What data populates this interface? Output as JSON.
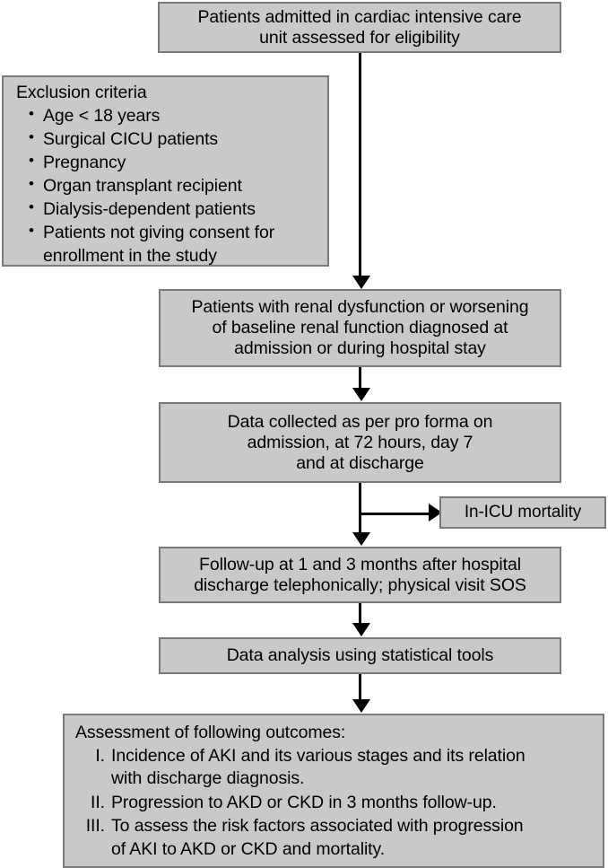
{
  "figure": {
    "kind": "study-flowchart",
    "colors": {
      "node_fill": "#c9c9c9",
      "node_border": "#7a7a7a",
      "connector": "#000000",
      "background": "#ffffff"
    }
  },
  "nodes": {
    "eligibility": {
      "lines": [
        "Patients admitted in cardiac intensive care",
        "unit assessed for eligibility"
      ]
    },
    "exclusion": {
      "title": "Exclusion criteria",
      "bullet_glyph": "•",
      "items": [
        {
          "line1": "Age < 18 years",
          "line2": ""
        },
        {
          "line1": "Surgical CICU patients",
          "line2": ""
        },
        {
          "line1": "Pregnancy",
          "line2": ""
        },
        {
          "line1": "Organ transplant recipient",
          "line2": ""
        },
        {
          "line1": "Dialysis-dependent patients",
          "line2": ""
        },
        {
          "line1": "Patients not giving consent for",
          "line2": "enrollment in the study"
        }
      ]
    },
    "renal": {
      "lines": [
        "Patients with renal dysfunction or worsening",
        "of baseline renal function diagnosed at",
        "admission or during hospital stay"
      ]
    },
    "data_collected": {
      "lines": [
        "Data collected as per pro forma on",
        "admission, at 72 hours, day 7",
        "and at discharge"
      ]
    },
    "icu_mortality": {
      "label": "In-ICU mortality"
    },
    "followup": {
      "lines": [
        "Follow-up at 1 and 3 months after hospital",
        "discharge telephonically; physical visit SOS"
      ]
    },
    "analysis": {
      "label": "Data analysis using statistical tools"
    },
    "outcomes": {
      "title": "Assessment of following outcomes:",
      "items": [
        {
          "numeral": "I.",
          "line1": "Incidence of AKI and its various stages and its relation",
          "line2": "with discharge diagnosis."
        },
        {
          "numeral": "II.",
          "line1": "Progression to AKD or CKD in 3 months follow-up.",
          "line2": ""
        },
        {
          "numeral": "III.",
          "line1": "To assess the risk factors associated with progression",
          "line2": "of AKI to AKD or CKD and mortality."
        }
      ]
    }
  },
  "connectors": [
    {
      "name": "eligibility-to-renal",
      "direction": "down"
    },
    {
      "name": "renal-to-data-collected",
      "direction": "down"
    },
    {
      "name": "data-collected-to-followup",
      "direction": "down"
    },
    {
      "name": "data-collected-to-icu-mortality",
      "direction": "right"
    },
    {
      "name": "followup-to-analysis",
      "direction": "down"
    },
    {
      "name": "analysis-to-outcomes",
      "direction": "down"
    }
  ]
}
